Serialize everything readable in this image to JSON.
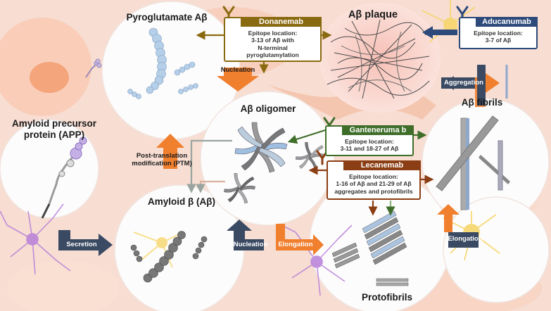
{
  "nodes": {
    "pyroglutamate": "Pyroglutamate Aβ",
    "plaque": "Aβ plaque",
    "oligomer": "Aβ oligomer",
    "fibrils": "Aβ fibrils",
    "app_line1": "Amyloid precursor",
    "app_line2": "protein (APP)",
    "amyloid_beta": "Amyloid β (Aβ)",
    "protofibrils": "Protofibrils"
  },
  "processes": {
    "nucleation_top": "Nucleation",
    "aggregation": "Aggregation",
    "ptm_line1": "Post-translation",
    "ptm_line2": "modification (PTM)",
    "secretion": "Secretion",
    "nucleation_bottom": "Nucleation",
    "elongation_mid": "Elongation",
    "elongation_right": "Elongation"
  },
  "antibodies": {
    "donanemab": {
      "name": "Donanemab",
      "line1": "Epitope location:",
      "line2": "3-13 of Aβ with",
      "line3": "N-terminal",
      "line4": "pyroglutamylation",
      "color": "#8a6a10"
    },
    "aducanumab": {
      "name": "Aducanumab",
      "line1": "Epitope location:",
      "line2": "3-7 of Aβ",
      "color": "#2d4a7a"
    },
    "gantenerumab": {
      "name": "Ganteneruma b",
      "line1": "Epitope location:",
      "line2": "3-11 and 18-27 of Aβ",
      "color": "#3f6e2a"
    },
    "lecanemab": {
      "name": "Lecanemab",
      "line1": "Epitope location:",
      "line2": "1-16 of Aβ and 21-29 of Aβ",
      "line3": "aggregates and protofibrils",
      "color": "#8b3e14"
    }
  },
  "colors": {
    "orange_arrow": "#f07f2e",
    "navy_arrow": "#3a4a63",
    "light_blue_arrow": "#8ea8cc",
    "neuron_purple": "#b77fd9",
    "neuron_yellow": "#f6d66b",
    "background": "#f7ddd2"
  }
}
